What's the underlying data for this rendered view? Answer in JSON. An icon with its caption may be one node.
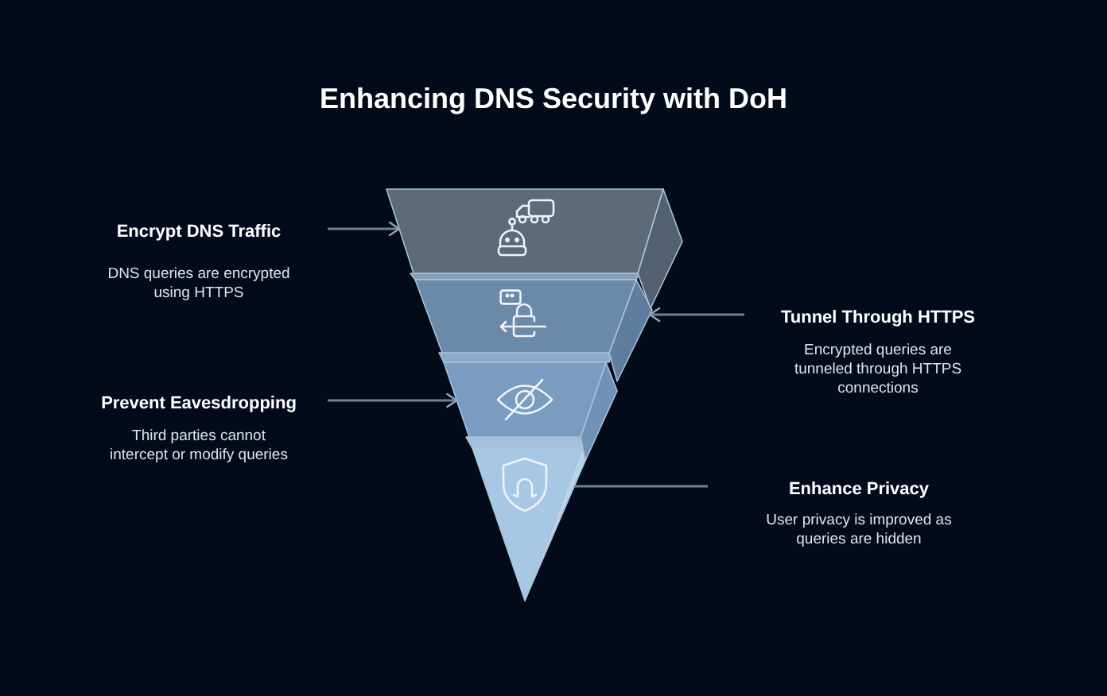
{
  "diagram": {
    "title": "Enhancing DNS Security with DoH",
    "nodes": [
      {
        "text": [],
        "shape": "trapezoid"
      },
      {
        "text": [],
        "shape": "trapezoid"
      },
      {
        "text": [],
        "shape": "trapezoid"
      },
      {
        "text": [],
        "shape": "triangle"
      },
      {
        "text": [
          "Encrypt DNS Traffic",
          "DNS queries are encrypted using HTTPS"
        ]
      },
      {
        "text": [
          "Tunnel Through HTTPS",
          "Encrypted queries are tunneled through HTTPS connections"
        ]
      },
      {
        "text": [
          "Prevent Eavesdropping",
          "Third parties cannot intercept or modify queries"
        ]
      },
      {
        "text": [
          "Enhance Privacy",
          "User privacy is improved as queries are hidden"
        ]
      }
    ],
    "edges": [
      {
        "from": 4,
        "to": 0,
        "arrow": "to"
      },
      {
        "from": 5,
        "to": 1,
        "arrow": "to"
      },
      {
        "from": 6,
        "to": 2,
        "arrow": "to"
      },
      {
        "from": 7,
        "to": 3,
        "arrow": "none"
      }
    ]
  }
}
